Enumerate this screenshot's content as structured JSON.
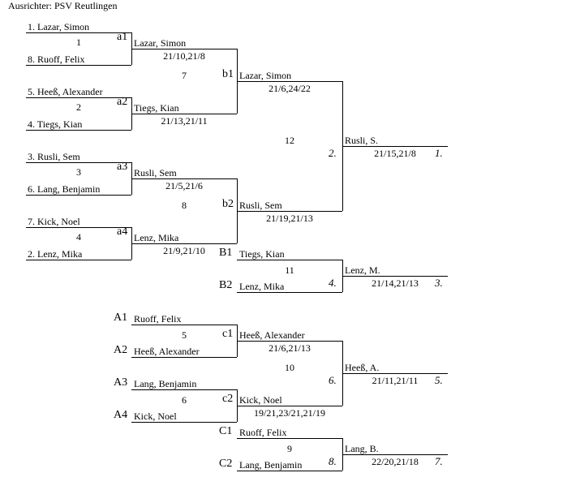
{
  "title": "Ausrichter: PSV Reutlingen",
  "round1": {
    "players": [
      "1. Lazar, Simon",
      "8. Ruoff, Felix",
      "5. Heeß, Alexander",
      "4. Tiegs, Kian",
      "3. Rusli, Sem",
      "6. Lang, Benjamin",
      "7. Kick, Noel",
      "2. Lenz, Mika"
    ],
    "matches": [
      "1",
      "2",
      "3",
      "4"
    ],
    "labels": [
      "a1",
      "a2",
      "a3",
      "a4"
    ]
  },
  "round2": {
    "winners": [
      "Lazar, Simon",
      "Tiegs, Kian",
      "Rusli, Sem",
      "Lenz, Mika"
    ],
    "scores": [
      "21/10,21/8",
      "21/13,21/11",
      "21/5,21/6",
      "21/9,21/10"
    ],
    "matches": [
      "7",
      "8"
    ],
    "labels": [
      "b1",
      "b2"
    ]
  },
  "round3": {
    "winners": [
      "Lazar, Simon",
      "Rusli, Sem"
    ],
    "scores": [
      "21/6,24/22",
      " 21/19,21/13"
    ],
    "match": "12",
    "runnerup_place": "2."
  },
  "final": {
    "winner": "Rusli, S.",
    "score": "21/15,21/8",
    "place": "1."
  },
  "third": {
    "labels": [
      "B1",
      "B2"
    ],
    "players": [
      "Tiegs, Kian",
      "Lenz, Mika"
    ],
    "match": "11",
    "loser_place": "4.",
    "winner": "Lenz, M.",
    "score": "21/14,21/13",
    "place": "3."
  },
  "fifth": {
    "labels": [
      "A1",
      "A2",
      "A3",
      "A4"
    ],
    "players": [
      "Ruoff, Felix",
      "Heeß, Alexander",
      "Lang, Benjamin",
      "Kick, Noel"
    ],
    "matches": [
      "5",
      "6"
    ],
    "semi_labels": [
      "c1",
      "c2"
    ],
    "semi_winners": [
      "Heeß, Alexander",
      "Kick, Noel"
    ],
    "semi_scores": [
      "21/6,21/13",
      "19/21,23/21,21/19"
    ],
    "match": "10",
    "loser_place": "6.",
    "winner": "Heeß, A.",
    "score": "21/11,21/11",
    "place": "5."
  },
  "seventh": {
    "labels": [
      "C1",
      "C2"
    ],
    "players": [
      "Ruoff, Felix",
      "Lang, Benjamin"
    ],
    "match": "9",
    "loser_place": "8.",
    "winner": "Lang, B.",
    "score": "22/20,21/18",
    "place": "7."
  }
}
